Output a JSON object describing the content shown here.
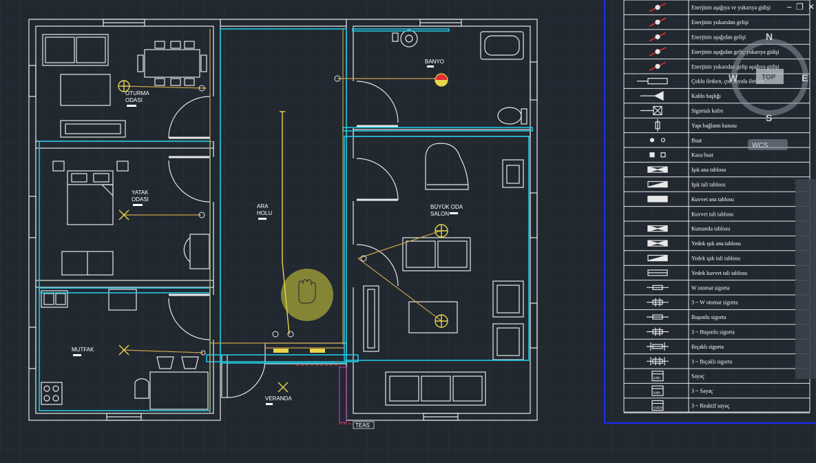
{
  "window": {
    "controls": {
      "minimize": "‒",
      "restore": "❐",
      "close": "✕"
    }
  },
  "colors": {
    "background": "#212830",
    "wall": "#e8e8e8",
    "cyan": "#22c6e0",
    "tan": "#c9a24a",
    "yellow": "#e8d44a",
    "legend_border": "#1a2dff",
    "red": "#e03030"
  },
  "rooms": {
    "oturma": [
      "OTURMA",
      "ODASI"
    ],
    "yatak": [
      "YATAK",
      "ODASI"
    ],
    "ara_holu": [
      "ARA",
      "HOLU"
    ],
    "banyo": "BANYO",
    "buyuk_oda": [
      "BÜYÜK ODA",
      "SALON"
    ],
    "mutfak": "MUTFAK",
    "veranda": "VERANDA",
    "teas": "TEAS"
  },
  "viewcube": {
    "north": "N",
    "south": "S",
    "east": "E",
    "west": "W",
    "top": "TOP",
    "wcs": "WCS"
  },
  "legend": {
    "items": [
      "Enerjinin aşağıya ve yukarıya gidişi",
      "Enerjinin yukarıdan gelişi",
      "Enerjinin aşağıdan gelişi",
      "Enerjinin aşağıdan gelip yukarıya gidişi",
      "Enerjinin yukarıdan gelip aşağıya gidişi",
      "Çoklu iletken, çok sayıda iletken",
      "Kablo başlığı",
      "Sigortalı kofre",
      "Yapı bağlantı kutusu",
      "Buat",
      "Kasa buat",
      "Işık ana tablosu",
      "Işık tali tablosu",
      "Kuvvet ana tablosu",
      "Kuvvet tali tablosu",
      "Kumanda tablosu",
      "Yedek ışık ana tablosu",
      "Yedek ışık tali tablosu",
      "Yedek kuvvet tali tablosu",
      "W otomat sigorta",
      "3 ~ W otomat sigorta",
      "Buşonlu sigorta",
      "3 ~ Buşonlu sigorta",
      "Bıçaklı sigorta",
      "3 ~ Bıçaklı sigorta",
      "Sayaç",
      "3 ~ Sayaç",
      "3 ~ Reaktif sayaç"
    ],
    "meter_symbol_labels": [
      "kWh",
      "kWh",
      "kVArh"
    ]
  }
}
